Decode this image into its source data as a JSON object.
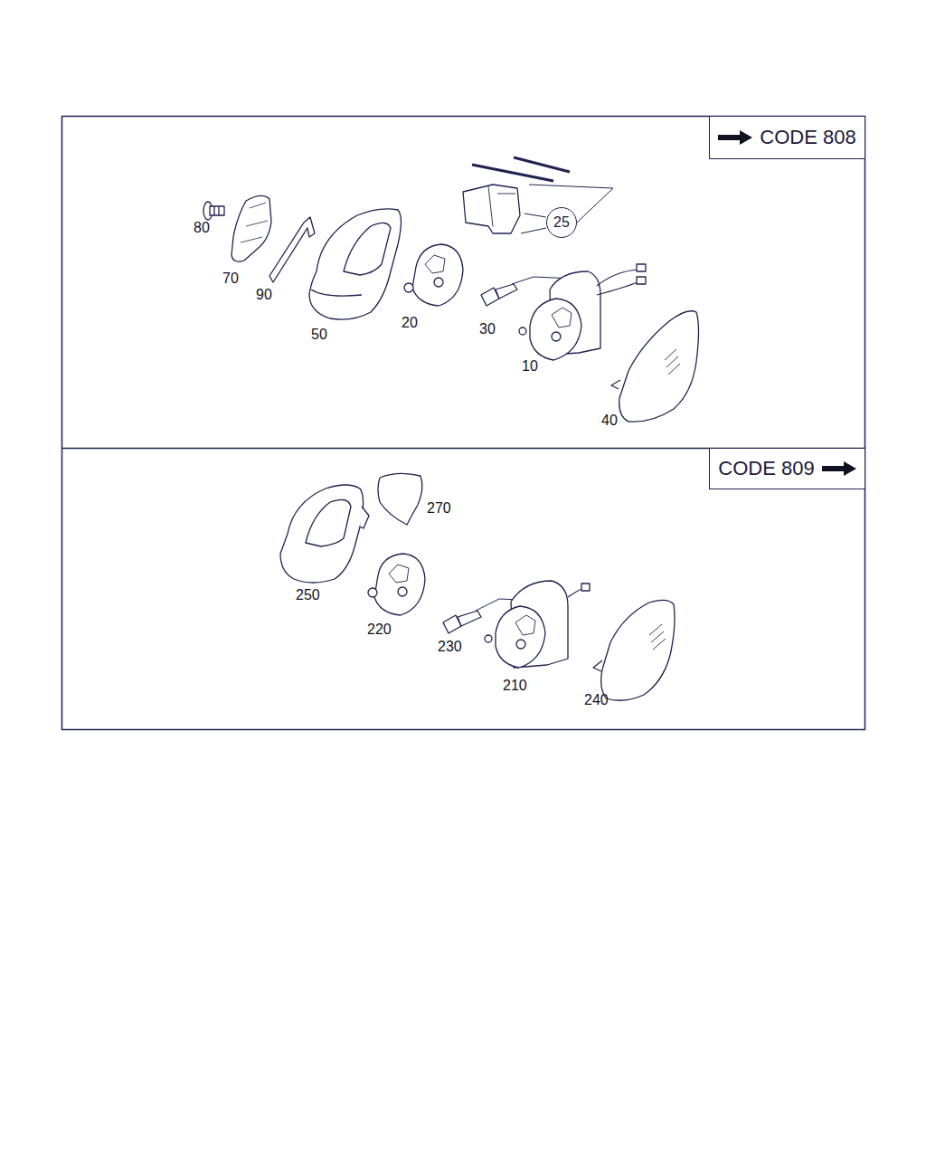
{
  "diagram": {
    "nodes": [
      {
        "text": [
          "CODE 808"
        ]
      },
      {
        "text": [
          "25"
        ]
      },
      {
        "text": [
          "CODE 809"
        ]
      }
    ],
    "labels": [
      "80",
      "70",
      "90",
      "50",
      "20",
      "30",
      "10",
      "40",
      "270",
      "250",
      "220",
      "230",
      "210",
      "240"
    ]
  }
}
